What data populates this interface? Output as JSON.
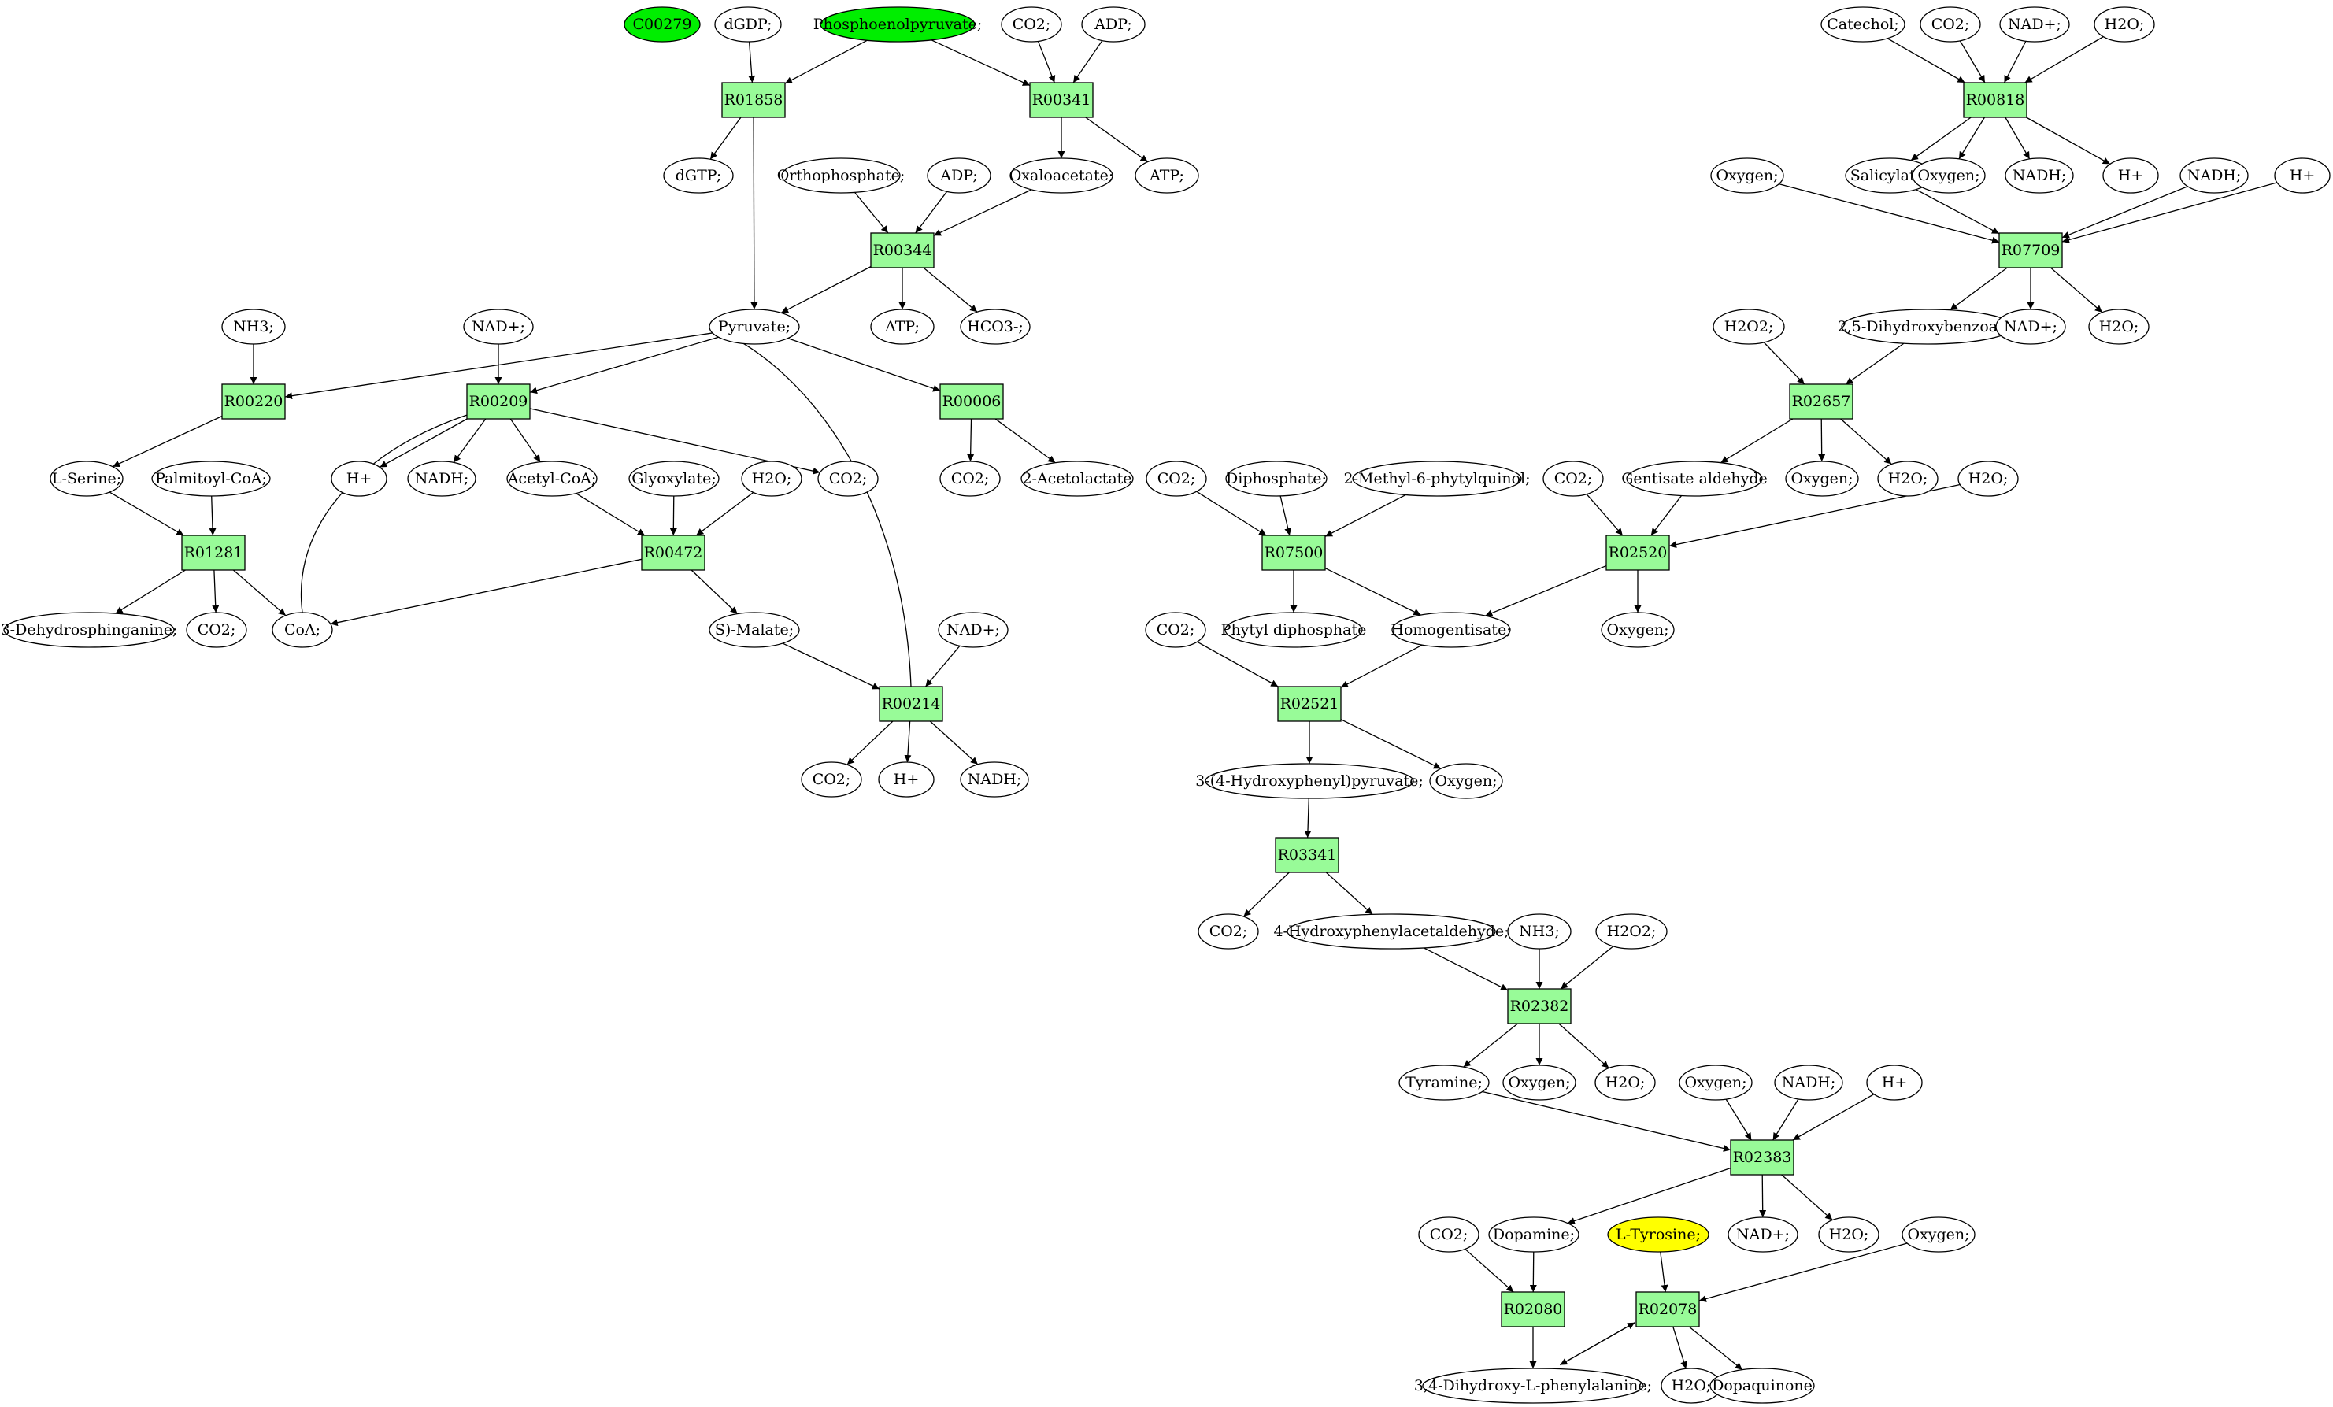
{
  "colors": {
    "reaction_fill": "#98fb98",
    "compound_fill": "#ffffff",
    "highlight_green": "#00ee00",
    "highlight_yellow": "#ffff00"
  },
  "reactions": [
    {
      "id": "R01858",
      "label": "R01858"
    },
    {
      "id": "R00341",
      "label": "R00341"
    },
    {
      "id": "R00344",
      "label": "R00344"
    },
    {
      "id": "R00220",
      "label": "R00220"
    },
    {
      "id": "R00209",
      "label": "R00209"
    },
    {
      "id": "R00006",
      "label": "R00006"
    },
    {
      "id": "R01281",
      "label": "R01281"
    },
    {
      "id": "R00472",
      "label": "R00472"
    },
    {
      "id": "R00214",
      "label": "R00214"
    },
    {
      "id": "R00818",
      "label": "R00818"
    },
    {
      "id": "R07709",
      "label": "R07709"
    },
    {
      "id": "R02657",
      "label": "R02657"
    },
    {
      "id": "R07500",
      "label": "R07500"
    },
    {
      "id": "R02520",
      "label": "R02520"
    },
    {
      "id": "R02521",
      "label": "R02521"
    },
    {
      "id": "R03341",
      "label": "R03341"
    },
    {
      "id": "R02382",
      "label": "R02382"
    },
    {
      "id": "R02383",
      "label": "R02383"
    },
    {
      "id": "R02080",
      "label": "R02080"
    },
    {
      "id": "R02078",
      "label": "R02078"
    }
  ],
  "compounds": [
    {
      "id": "c00279",
      "label": "C00279",
      "highlight": "green"
    },
    {
      "id": "dgdp",
      "label": "dGDP;"
    },
    {
      "id": "pep",
      "label": "Phosphoenolpyruvate;",
      "highlight": "green"
    },
    {
      "id": "co2_a",
      "label": "CO2;"
    },
    {
      "id": "adp_a",
      "label": "ADP;"
    },
    {
      "id": "dgtp",
      "label": "dGTP;"
    },
    {
      "id": "orthophosphate",
      "label": "Orthophosphate;"
    },
    {
      "id": "adp_b",
      "label": "ADP;"
    },
    {
      "id": "oxaloacetate",
      "label": "Oxaloacetate;"
    },
    {
      "id": "atp_a",
      "label": "ATP;"
    },
    {
      "id": "nh3_a",
      "label": "NH3;"
    },
    {
      "id": "nadp_a",
      "label": "NAD+;"
    },
    {
      "id": "pyruvate",
      "label": "Pyruvate;"
    },
    {
      "id": "atp_b",
      "label": "ATP;"
    },
    {
      "id": "hco3",
      "label": "HCO3-;"
    },
    {
      "id": "lserine",
      "label": "L-Serine;"
    },
    {
      "id": "palmitoylcoa",
      "label": "Palmitoyl-CoA;"
    },
    {
      "id": "hplus_a",
      "label": "H+"
    },
    {
      "id": "nadh_a",
      "label": "NADH;"
    },
    {
      "id": "acetylcoa",
      "label": "Acetyl-CoA;"
    },
    {
      "id": "glyoxylate",
      "label": "Glyoxylate;"
    },
    {
      "id": "h2o_a",
      "label": "H2O;"
    },
    {
      "id": "co2_b",
      "label": "CO2;"
    },
    {
      "id": "co2_c",
      "label": "CO2;"
    },
    {
      "id": "acetolactate",
      "label": "2-Acetolactate"
    },
    {
      "id": "dehydrosphinganine",
      "label": "3-Dehydrosphinganine;"
    },
    {
      "id": "co2_d",
      "label": "CO2;"
    },
    {
      "id": "coa",
      "label": "CoA;"
    },
    {
      "id": "smalate",
      "label": "S)-Malate;"
    },
    {
      "id": "nadp_b",
      "label": "NAD+;"
    },
    {
      "id": "co2_e",
      "label": "CO2;"
    },
    {
      "id": "hplus_b",
      "label": "H+"
    },
    {
      "id": "nadh_b",
      "label": "NADH;"
    },
    {
      "id": "catechol",
      "label": "Catechol;"
    },
    {
      "id": "co2_f",
      "label": "CO2;"
    },
    {
      "id": "nadp_c",
      "label": "NAD+;"
    },
    {
      "id": "h2o_b",
      "label": "H2O;"
    },
    {
      "id": "oxygen_a",
      "label": "Oxygen;"
    },
    {
      "id": "salicylate",
      "label": "Salicylate;"
    },
    {
      "id": "oxygen_b",
      "label": "Oxygen;"
    },
    {
      "id": "nadh_c",
      "label": "NADH;"
    },
    {
      "id": "hplus_c",
      "label": "H+"
    },
    {
      "id": "nadh_d",
      "label": "NADH;"
    },
    {
      "id": "hplus_d",
      "label": "H+"
    },
    {
      "id": "h2o2_a",
      "label": "H2O2;"
    },
    {
      "id": "dihydroxybenzoate",
      "label": "2,5-Dihydroxybenzoate;"
    },
    {
      "id": "nadp_d",
      "label": "NAD+;"
    },
    {
      "id": "h2o_c",
      "label": "H2O;"
    },
    {
      "id": "co2_g",
      "label": "CO2;"
    },
    {
      "id": "diphosphate",
      "label": "Diphosphate;"
    },
    {
      "id": "methylphytylquinol",
      "label": "2-Methyl-6-phytylquinol;"
    },
    {
      "id": "co2_h",
      "label": "CO2;"
    },
    {
      "id": "gentisatealdehyde",
      "label": "Gentisate aldehyde"
    },
    {
      "id": "oxygen_c",
      "label": "Oxygen;"
    },
    {
      "id": "h2o_d",
      "label": "H2O;"
    },
    {
      "id": "h2o_e",
      "label": "H2O;"
    },
    {
      "id": "phytyldiphosphate",
      "label": "Phytyl diphosphate"
    },
    {
      "id": "homogentisate",
      "label": "Homogentisate;"
    },
    {
      "id": "oxygen_d",
      "label": "Oxygen;"
    },
    {
      "id": "co2_i",
      "label": "CO2;"
    },
    {
      "id": "hydroxyphenylpyruvate",
      "label": "3-(4-Hydroxyphenyl)pyruvate;"
    },
    {
      "id": "oxygen_e",
      "label": "Oxygen;"
    },
    {
      "id": "co2_j",
      "label": "CO2;"
    },
    {
      "id": "hydroxyphenylacetaldehyde",
      "label": "4-Hydroxyphenylacetaldehyde;"
    },
    {
      "id": "nh3_b",
      "label": "NH3;"
    },
    {
      "id": "h2o2_b",
      "label": "H2O2;"
    },
    {
      "id": "tyramine",
      "label": "Tyramine;"
    },
    {
      "id": "oxygen_f",
      "label": "Oxygen;"
    },
    {
      "id": "h2o_f",
      "label": "H2O;"
    },
    {
      "id": "oxygen_g",
      "label": "Oxygen;"
    },
    {
      "id": "nadh_e",
      "label": "NADH;"
    },
    {
      "id": "hplus_e",
      "label": "H+"
    },
    {
      "id": "co2_k",
      "label": "CO2;"
    },
    {
      "id": "dopamine",
      "label": "Dopamine;"
    },
    {
      "id": "ltyrosine",
      "label": "L-Tyrosine;",
      "highlight": "yellow"
    },
    {
      "id": "nadp_e",
      "label": "NAD+;"
    },
    {
      "id": "h2o_g",
      "label": "H2O;"
    },
    {
      "id": "oxygen_h",
      "label": "Oxygen;"
    },
    {
      "id": "dopa",
      "label": "3,4-Dihydroxy-L-phenylalanine;"
    },
    {
      "id": "h2o_h",
      "label": "H2O;"
    },
    {
      "id": "dopaquinone",
      "label": "Dopaquinone"
    }
  ],
  "edges": [
    [
      "dgdp",
      "R01858"
    ],
    [
      "pep",
      "R01858"
    ],
    [
      "R01858",
      "dgtp"
    ],
    [
      "R01858",
      "pyruvate"
    ],
    [
      "pep",
      "R00341"
    ],
    [
      "co2_a",
      "R00341"
    ],
    [
      "adp_a",
      "R00341"
    ],
    [
      "R00341",
      "oxaloacetate"
    ],
    [
      "R00341",
      "atp_a"
    ],
    [
      "orthophosphate",
      "R00344"
    ],
    [
      "adp_b",
      "R00344"
    ],
    [
      "oxaloacetate",
      "R00344"
    ],
    [
      "R00344",
      "pyruvate"
    ],
    [
      "R00344",
      "atp_b"
    ],
    [
      "R00344",
      "hco3"
    ],
    [
      "nh3_a",
      "R00220"
    ],
    [
      "pyruvate",
      "R00220"
    ],
    [
      "R00220",
      "lserine"
    ],
    [
      "nadp_a",
      "R00209"
    ],
    [
      "pyruvate",
      "R00209"
    ],
    [
      "coa",
      "R00209"
    ],
    [
      "R00209",
      "hplus_a"
    ],
    [
      "R00209",
      "nadh_a"
    ],
    [
      "R00209",
      "acetylcoa"
    ],
    [
      "R00209",
      "co2_b"
    ],
    [
      "pyruvate",
      "R00006"
    ],
    [
      "R00006",
      "co2_c"
    ],
    [
      "R00006",
      "acetolactate"
    ],
    [
      "lserine",
      "R01281"
    ],
    [
      "palmitoylcoa",
      "R01281"
    ],
    [
      "R01281",
      "dehydrosphinganine"
    ],
    [
      "R01281",
      "co2_d"
    ],
    [
      "R01281",
      "coa"
    ],
    [
      "acetylcoa",
      "R00472"
    ],
    [
      "glyoxylate",
      "R00472"
    ],
    [
      "h2o_a",
      "R00472"
    ],
    [
      "R00472",
      "coa"
    ],
    [
      "R00472",
      "smalate"
    ],
    [
      "smalate",
      "R00214"
    ],
    [
      "nadp_b",
      "R00214"
    ],
    [
      "R00214",
      "pyruvate"
    ],
    [
      "R00214",
      "co2_e"
    ],
    [
      "R00214",
      "hplus_b"
    ],
    [
      "R00214",
      "nadh_b"
    ],
    [
      "catechol",
      "R00818"
    ],
    [
      "co2_f",
      "R00818"
    ],
    [
      "nadp_c",
      "R00818"
    ],
    [
      "h2o_b",
      "R00818"
    ],
    [
      "R00818",
      "salicylate"
    ],
    [
      "R00818",
      "oxygen_b"
    ],
    [
      "R00818",
      "nadh_c"
    ],
    [
      "R00818",
      "hplus_c"
    ],
    [
      "oxygen_a",
      "R07709"
    ],
    [
      "salicylate",
      "R07709"
    ],
    [
      "nadh_d",
      "R07709"
    ],
    [
      "hplus_d",
      "R07709"
    ],
    [
      "R07709",
      "dihydroxybenzoate"
    ],
    [
      "R07709",
      "nadp_d"
    ],
    [
      "R07709",
      "h2o_c"
    ],
    [
      "h2o2_a",
      "R02657"
    ],
    [
      "dihydroxybenzoate",
      "R02657"
    ],
    [
      "R02657",
      "gentisatealdehyde"
    ],
    [
      "R02657",
      "oxygen_c"
    ],
    [
      "R02657",
      "h2o_d"
    ],
    [
      "co2_g",
      "R07500"
    ],
    [
      "diphosphate",
      "R07500"
    ],
    [
      "methylphytylquinol",
      "R07500"
    ],
    [
      "R07500",
      "phytyldiphosphate"
    ],
    [
      "R07500",
      "homogentisate"
    ],
    [
      "co2_h",
      "R02520"
    ],
    [
      "gentisatealdehyde",
      "R02520"
    ],
    [
      "h2o_e",
      "R02520"
    ],
    [
      "R02520",
      "homogentisate"
    ],
    [
      "R02520",
      "oxygen_d"
    ],
    [
      "co2_i",
      "R02521"
    ],
    [
      "homogentisate",
      "R02521"
    ],
    [
      "R02521",
      "hydroxyphenylpyruvate"
    ],
    [
      "R02521",
      "oxygen_e"
    ],
    [
      "hydroxyphenylpyruvate",
      "R03341"
    ],
    [
      "R03341",
      "co2_j"
    ],
    [
      "R03341",
      "hydroxyphenylacetaldehyde"
    ],
    [
      "hydroxyphenylacetaldehyde",
      "R02382"
    ],
    [
      "nh3_b",
      "R02382"
    ],
    [
      "h2o2_b",
      "R02382"
    ],
    [
      "R02382",
      "tyramine"
    ],
    [
      "R02382",
      "oxygen_f"
    ],
    [
      "R02382",
      "h2o_f"
    ],
    [
      "tyramine",
      "R02383"
    ],
    [
      "oxygen_g",
      "R02383"
    ],
    [
      "nadh_e",
      "R02383"
    ],
    [
      "hplus_e",
      "R02383"
    ],
    [
      "R02383",
      "dopamine"
    ],
    [
      "R02383",
      "nadp_e"
    ],
    [
      "R02383",
      "h2o_g"
    ],
    [
      "co2_k",
      "R02080"
    ],
    [
      "dopamine",
      "R02080"
    ],
    [
      "R02080",
      "dopa"
    ],
    [
      "ltyrosine",
      "R02078"
    ],
    [
      "oxygen_h",
      "R02078"
    ],
    [
      "dopa",
      "R02078"
    ],
    [
      "R02078",
      "dopa"
    ],
    [
      "R02078",
      "h2o_h"
    ],
    [
      "R02078",
      "dopaquinone"
    ]
  ]
}
